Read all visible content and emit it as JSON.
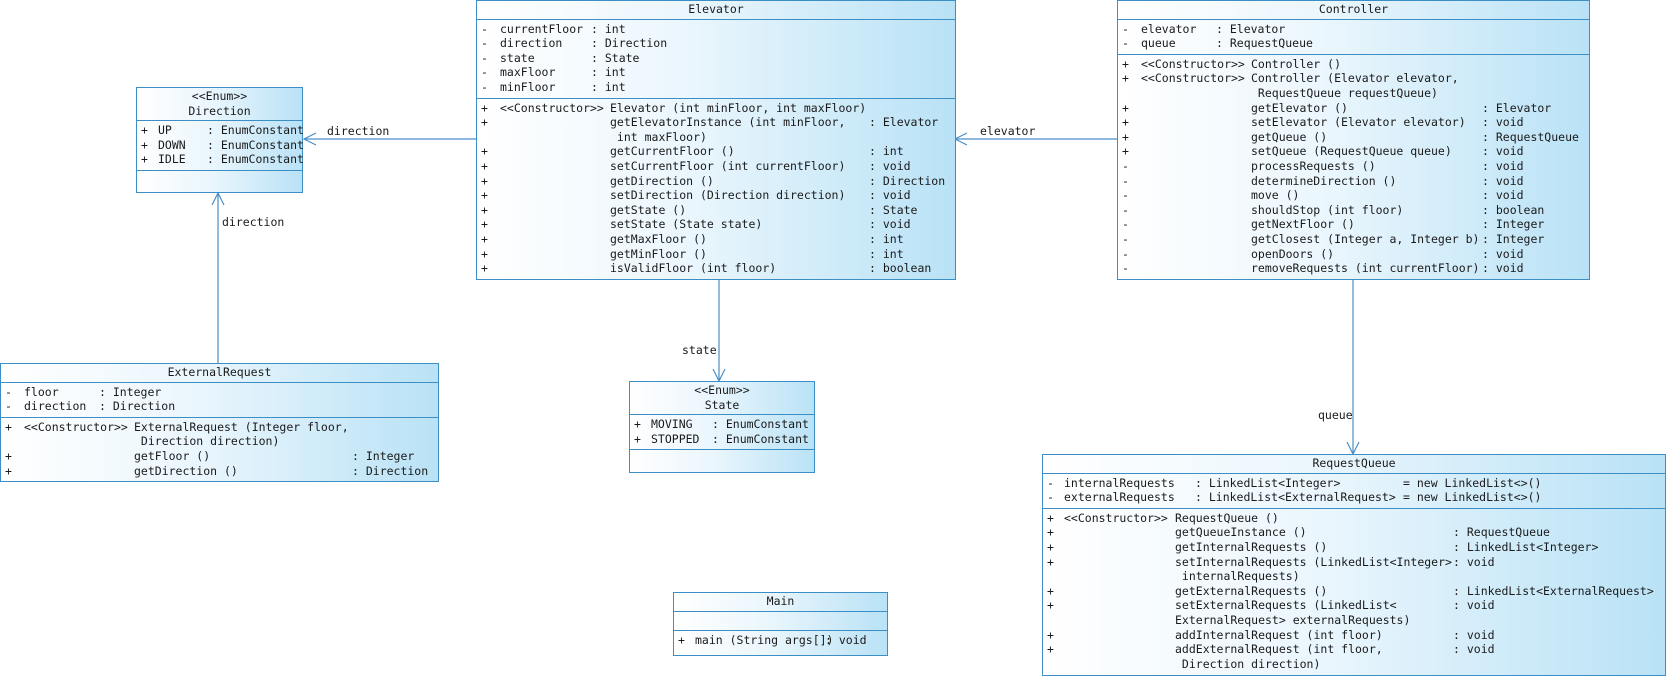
{
  "classes": {
    "direction": {
      "stereotype": "<<Enum>>",
      "name": "Direction",
      "attributes": [
        {
          "vis": "+",
          "name": "UP",
          "type": ": EnumConstant"
        },
        {
          "vis": "+",
          "name": "DOWN",
          "type": ": EnumConstant"
        },
        {
          "vis": "+",
          "name": "IDLE",
          "type": ": EnumConstant"
        }
      ]
    },
    "elevator": {
      "name": "Elevator",
      "attributes": [
        {
          "vis": "-",
          "name": "currentFloor",
          "type": ": int"
        },
        {
          "vis": "-",
          "name": "direction",
          "type": ": Direction"
        },
        {
          "vis": "-",
          "name": "state",
          "type": ": State"
        },
        {
          "vis": "-",
          "name": "maxFloor",
          "type": ": int"
        },
        {
          "vis": "-",
          "name": "minFloor",
          "type": ": int"
        }
      ],
      "operations": [
        {
          "vis": "+",
          "ster": "<<Constructor>>",
          "sig": "Elevator (int minFloor, int maxFloor)",
          "ret": ""
        },
        {
          "vis": "+",
          "ster": "",
          "sig": "getElevatorInstance (int minFloor,",
          "ret": ": Elevator"
        },
        {
          "vis": "",
          "ster": "",
          "sig": " int maxFloor)",
          "ret": ""
        },
        {
          "vis": "+",
          "ster": "",
          "sig": "getCurrentFloor ()",
          "ret": ": int"
        },
        {
          "vis": "+",
          "ster": "",
          "sig": "setCurrentFloor (int currentFloor)",
          "ret": ": void"
        },
        {
          "vis": "+",
          "ster": "",
          "sig": "getDirection ()",
          "ret": ": Direction"
        },
        {
          "vis": "+",
          "ster": "",
          "sig": "setDirection (Direction direction)",
          "ret": ": void"
        },
        {
          "vis": "+",
          "ster": "",
          "sig": "getState ()",
          "ret": ": State"
        },
        {
          "vis": "+",
          "ster": "",
          "sig": "setState (State state)",
          "ret": ": void"
        },
        {
          "vis": "+",
          "ster": "",
          "sig": "getMaxFloor ()",
          "ret": ": int"
        },
        {
          "vis": "+",
          "ster": "",
          "sig": "getMinFloor ()",
          "ret": ": int"
        },
        {
          "vis": "+",
          "ster": "",
          "sig": "isValidFloor (int floor)",
          "ret": ": boolean"
        }
      ]
    },
    "controller": {
      "name": "Controller",
      "attributes": [
        {
          "vis": "-",
          "name": "elevator",
          "type": ": Elevator"
        },
        {
          "vis": "-",
          "name": "queue",
          "type": ": RequestQueue"
        }
      ],
      "operations": [
        {
          "vis": "+",
          "ster": "<<Constructor>>",
          "sig": "Controller ()",
          "ret": ""
        },
        {
          "vis": "+",
          "ster": "<<Constructor>>",
          "sig": "Controller (Elevator elevator,",
          "ret": ""
        },
        {
          "vis": "",
          "ster": "",
          "sig": " RequestQueue requestQueue)",
          "ret": ""
        },
        {
          "vis": "+",
          "ster": "",
          "sig": "getElevator ()",
          "ret": ": Elevator"
        },
        {
          "vis": "+",
          "ster": "",
          "sig": "setElevator (Elevator elevator)",
          "ret": ": void"
        },
        {
          "vis": "+",
          "ster": "",
          "sig": "getQueue ()",
          "ret": ": RequestQueue"
        },
        {
          "vis": "+",
          "ster": "",
          "sig": "setQueue (RequestQueue queue)",
          "ret": ": void"
        },
        {
          "vis": "-",
          "ster": "",
          "sig": "processRequests ()",
          "ret": ": void"
        },
        {
          "vis": "-",
          "ster": "",
          "sig": "determineDirection ()",
          "ret": ": void"
        },
        {
          "vis": "-",
          "ster": "",
          "sig": "move ()",
          "ret": ": void"
        },
        {
          "vis": "-",
          "ster": "",
          "sig": "shouldStop (int floor)",
          "ret": ": boolean"
        },
        {
          "vis": "-",
          "ster": "",
          "sig": "getNextFloor ()",
          "ret": ": Integer"
        },
        {
          "vis": "-",
          "ster": "",
          "sig": "getClosest (Integer a, Integer b)",
          "ret": ": Integer"
        },
        {
          "vis": "-",
          "ster": "",
          "sig": "openDoors ()",
          "ret": ": void"
        },
        {
          "vis": "-",
          "ster": "",
          "sig": "removeRequests (int currentFloor)",
          "ret": ": void"
        }
      ]
    },
    "externalRequest": {
      "name": "ExternalRequest",
      "attributes": [
        {
          "vis": "-",
          "name": "floor",
          "type": ": Integer"
        },
        {
          "vis": "-",
          "name": "direction",
          "type": ": Direction"
        }
      ],
      "operations": [
        {
          "vis": "+",
          "ster": "<<Constructor>>",
          "sig": "ExternalRequest (Integer floor,",
          "ret": ""
        },
        {
          "vis": "",
          "ster": "",
          "sig": " Direction direction)",
          "ret": ""
        },
        {
          "vis": "+",
          "ster": "",
          "sig": "getFloor ()",
          "ret": ": Integer"
        },
        {
          "vis": "+",
          "ster": "",
          "sig": "getDirection ()",
          "ret": ": Direction"
        }
      ]
    },
    "state": {
      "stereotype": "<<Enum>>",
      "name": "State",
      "attributes": [
        {
          "vis": "+",
          "name": "MOVING",
          "type": ": EnumConstant"
        },
        {
          "vis": "+",
          "name": "STOPPED",
          "type": ": EnumConstant"
        }
      ]
    },
    "main": {
      "name": "Main",
      "operations": [
        {
          "vis": "+",
          "sig": "main (String args[])",
          "ret": ": void"
        }
      ]
    },
    "requestQueue": {
      "name": "RequestQueue",
      "attributes": [
        {
          "vis": "-",
          "name": "internalRequests",
          "type": ": LinkedList<Integer>",
          "init": "= new LinkedList<>()"
        },
        {
          "vis": "-",
          "name": "externalRequests",
          "type": ": LinkedList<ExternalRequest>",
          "init": "= new LinkedList<>()"
        }
      ],
      "operations": [
        {
          "vis": "+",
          "ster": "<<Constructor>>",
          "sig": "RequestQueue ()",
          "ret": ""
        },
        {
          "vis": "+",
          "ster": "",
          "sig": "getQueueInstance ()",
          "ret": ": RequestQueue"
        },
        {
          "vis": "+",
          "ster": "",
          "sig": "getInternalRequests ()",
          "ret": ": LinkedList<Integer>"
        },
        {
          "vis": "+",
          "ster": "",
          "sig": "setInternalRequests (LinkedList<Integer>",
          "ret": ": void"
        },
        {
          "vis": "",
          "ster": "",
          "sig": " internalRequests)",
          "ret": ""
        },
        {
          "vis": "+",
          "ster": "",
          "sig": "getExternalRequests ()",
          "ret": ": LinkedList<ExternalRequest>"
        },
        {
          "vis": "+",
          "ster": "",
          "sig": "setExternalRequests (LinkedList<",
          "ret": ": void"
        },
        {
          "vis": "",
          "ster": "",
          "sig": "ExternalRequest> externalRequests)",
          "ret": ""
        },
        {
          "vis": "+",
          "ster": "",
          "sig": "addInternalRequest (int floor)",
          "ret": ": void"
        },
        {
          "vis": "+",
          "ster": "",
          "sig": "addExternalRequest (int floor,",
          "ret": ": void"
        },
        {
          "vis": "",
          "ster": "",
          "sig": " Direction direction)",
          "ret": ""
        }
      ]
    }
  },
  "associations": {
    "elevator_direction": "direction",
    "externalrequest_direction": "direction",
    "elevator_state": "state",
    "controller_elevator": "elevator",
    "controller_queue": "queue"
  },
  "colors": {
    "border": "#3c8fc4",
    "line": "#4a8fc8",
    "fill_light": "#ffffff",
    "fill_dark": "#b9e2f6"
  }
}
